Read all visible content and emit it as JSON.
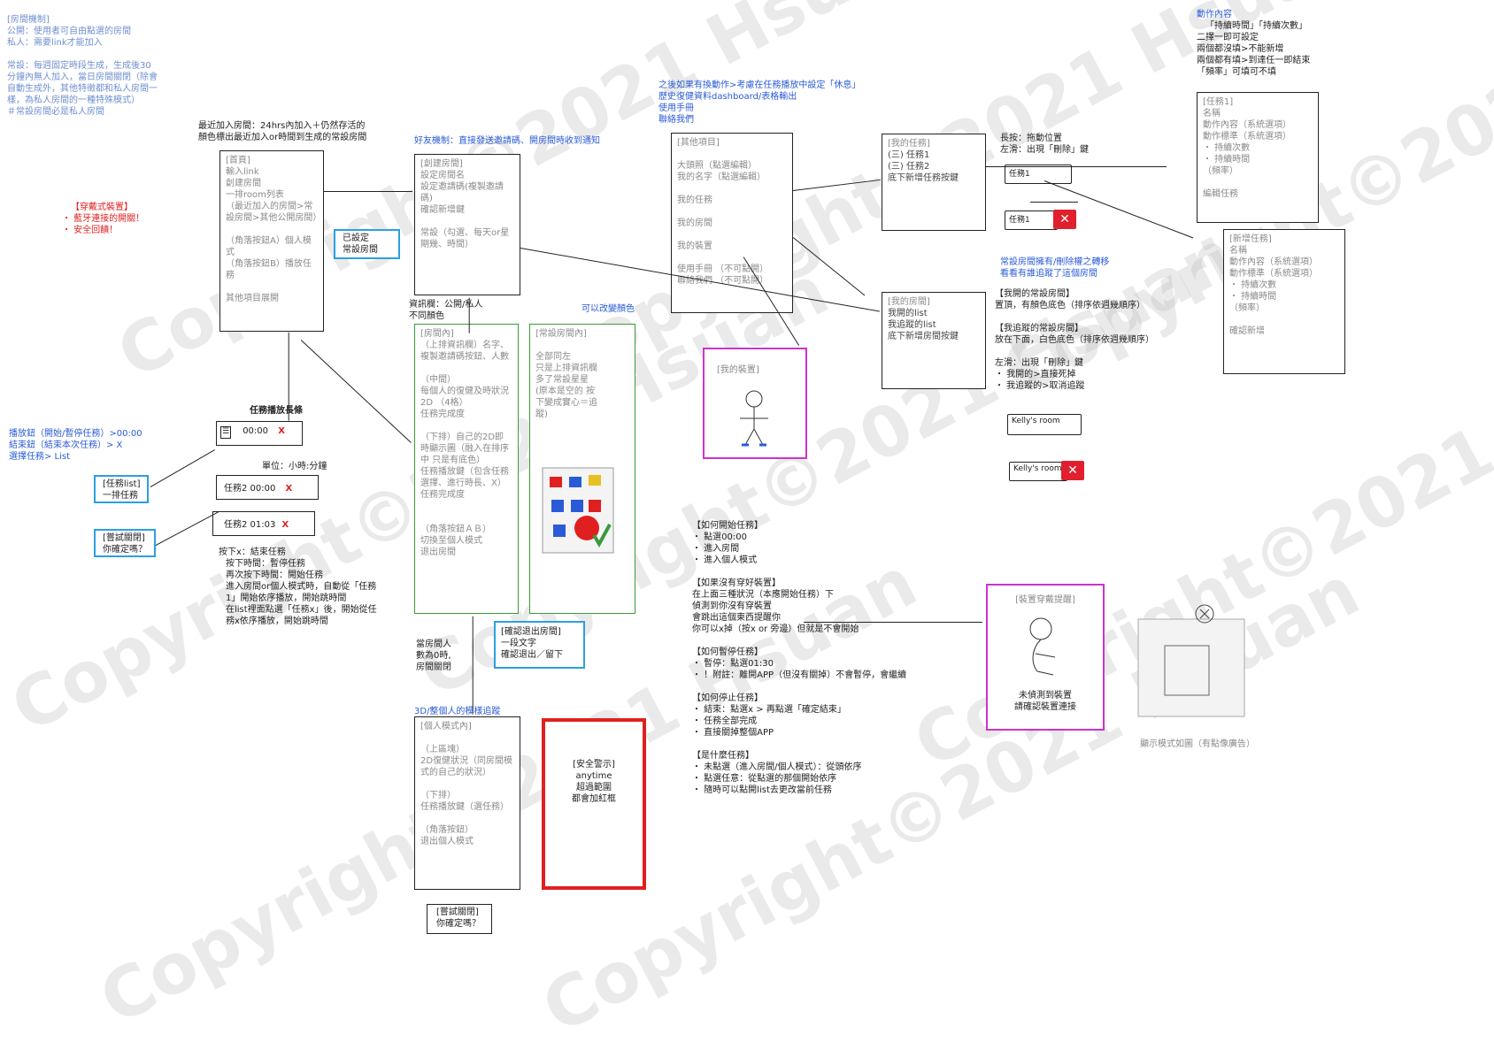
{
  "top_left_note": [
    "[房間機制]",
    "公開：使用者可自由點選的房間",
    "私人：需要link才能加入",
    "",
    "常設：每週固定時段生成，生成後30分鐘內無人加入，當日房間關閉（除會自動生成外，其他特徵都和私人房間一樣，為私人房間的一種特殊模式）",
    "＃常設房間必是私人房間"
  ],
  "recent_room_note": [
    "最近加入房間：24hrs內加入＋仍然存活的",
    "顏色標出最近加入or時間到生成的常設房間"
  ],
  "wearable_note": {
    "title": "【穿戴式裝置】",
    "items": [
      "・ 藍牙連接的開關！",
      "・ 安全回饋！"
    ]
  },
  "home_box": [
    "[首頁]",
    "輸入link",
    "創建房間",
    "一排room列表",
    "（最近加入的房間>常設房間>其他公開房間）",
    "",
    "（角落按鈕A）個人模式",
    "（角落按鈕B）播放任務",
    "",
    "其他項目展開"
  ],
  "set_label": [
    "已設定",
    "常設房間"
  ],
  "friend_note": "好友機制：直接發送邀請碼、開房間時收到通知",
  "create_box": [
    "[創建房間]",
    "設定房間名",
    "設定邀請碼(複製邀請碼)",
    "確認新增鍵",
    "",
    "常設（勾選、每天or星期幾、時間）"
  ],
  "chat_note": [
    "資訊欄：公開/私人",
    "不同顏色"
  ],
  "color_note": "可以改變顏色",
  "room_inside": [
    "[房間內]",
    "（上排資訊欄）名字、複製邀請碼按鈕、人數",
    "",
    "（中間）",
    "每個人的復健及時狀況 2D （4格）",
    "任務完成度",
    "",
    "（下排）自己的2D即時顯示圖（融入在排序中 只是有底色）",
    "任務播放鍵（包含任務選擇、進行時長、X）",
    "任務完成度",
    "",
    "",
    "（角落按鈕ＡＢ）",
    "切換至個人模式",
    "退出房間"
  ],
  "permanent_room": [
    "[常設房間內]",
    "",
    "全部同左",
    "只是上排資訊欄",
    "多了常設星星",
    "(原本是空的 按",
    "下變成實心＝追",
    "蹤)"
  ],
  "exit_confirm": [
    "[確認退出房間]",
    "一段文字",
    "確認退出／留下"
  ],
  "empty_note": [
    "當房間人",
    "數為0時,",
    "房間關閉"
  ],
  "personal_note": "3D/整個人的模樣追蹤",
  "personal_box": [
    "[個人模式內]",
    "",
    "（上區塊）",
    "2D復健狀況（同房間模式的自己的狀況）",
    "",
    "（下排）",
    "任務播放鍵（選任務）",
    "",
    "（角落按鈕）",
    "退出個人模式"
  ],
  "safety_box": [
    "[安全警示]",
    "anytime",
    "超過範圍",
    "都會加紅框"
  ],
  "try_close_bottom": [
    "[嘗試關閉]",
    "你確定嗎？"
  ],
  "task_bar_title": "任務播放長條",
  "play_note": [
    "播放鈕（開始/暫停任務）>00:00",
    "結束鈕（結束本次任務）> X",
    "選擇任務> List"
  ],
  "bar1": "00:00",
  "bar2": "任務2   00:00",
  "bar3": "任務2   01:03",
  "unit_note": "單位：小時:分鐘",
  "task_list_label": [
    "[任務list]",
    "一排任務"
  ],
  "try_close_left": [
    "[嘗試關閉]",
    "你確定嗎？"
  ],
  "bar_bullets": [
    "按下x：結束任務",
    "按下時間：暫停任務",
    "再次按下時間：開始任務",
    "進入房間or個人模式時，自動從「任務1」開始依序播放，開始跳時間",
    "在list裡面點選「任務x」後，開始從任務x依序播放，開始跳時間"
  ],
  "later_note": [
    "之後如果有換動作>考慮在任務播放中設定「休息」",
    "歷史復健資料dashboard/表格輸出",
    "使用手冊",
    "聯絡我們"
  ],
  "other_box": [
    "[其他項目]",
    "",
    "大頭照（點選編輯）",
    "我的名字（點選編輯）",
    "",
    "我的任務",
    "",
    "我的房間",
    "",
    "我的裝置",
    "",
    "使用手冊 （不可點開）",
    "聯絡我們 （不可點開）"
  ],
  "my_device": "[我的裝置]",
  "my_tasks_box": [
    "[我的任務]",
    "(三) 任務1",
    "(三) 任務2",
    "底下新增任務按鍵"
  ],
  "press_note": [
    "長按：拖動位置",
    "左滑：出現「刪除」鍵"
  ],
  "task_pill": "任務1",
  "my_rooms_box": [
    "[我的房間]",
    "我開的list",
    "我追蹤的list",
    "底下新增房間按鍵"
  ],
  "perm_transfer": [
    "常設房間擁有/刪除權之轉移",
    "看看有誰追蹤了這個房間"
  ],
  "my_perm_note": [
    "【我開的常設房間】",
    "置頂，有顏色底色（排序依週幾順序）",
    "",
    "【我追蹤的常設房間】",
    "放在下面，白色底色（排序依週幾順序）",
    "",
    "左滑：出現「刪除」鍵",
    "・ 我開的>直接死掉",
    "・ 我追蹤的>取消追蹤"
  ],
  "kelly_pill": "Kelly's room",
  "action_note": [
    "動作內容",
    "「持續時間」「持續次數」",
    "二擇一即可設定",
    "兩個都沒填>不能新增",
    "兩個都有填>到達任一即結束",
    "「頻率」可填可不填"
  ],
  "task1_box": [
    "[任務1]",
    "名稱",
    "動作內容（系統選項）",
    "動作標準（系統選項）",
    "・ 持續次數",
    "・ 持續時間",
    "（頻率）",
    "",
    "編輯任務"
  ],
  "new_task_box": [
    "[新增任務]",
    "名稱",
    "動作內容（系統選項）",
    "動作標準（系統選項）",
    "・ 持續次數",
    "・ 持續時間",
    "（頻率）",
    "",
    "確認新增"
  ],
  "how_to": [
    "【如何開始任務】",
    "・ 點選00:00",
    "・ 進入房間",
    "・ 進入個人模式",
    "",
    "【如果沒有穿好裝置】",
    "在上面三種狀況（本應開始任務）下",
    "偵測到你沒有穿裝置",
    "會跳出這個東西提醒你",
    "你可以x掉（按x or 旁邊）但就是不會開始",
    "",
    "【如何暫停任務】",
    "・ 暫停：點選01:30",
    "・ ！附註：離開APP（但沒有關掉）不會暫停，會繼續",
    "",
    "【如何停止任務】",
    "・ 結束：點選x > 再點選「確定結束」",
    "・ 任務全部完成",
    "・ 直接關掉整個APP",
    "",
    "【是什麼任務】",
    "・ 未點選（進入房間/個人模式）：從頭依序",
    "・ 點選任意：從點選的那個開始依序",
    "・ 隨時可以點開list去更改當前任務"
  ],
  "wear_remind": [
    "[裝置穿戴提醒]",
    "未偵測到裝置",
    "請確認裝置連接"
  ],
  "display_note": "顯示模式如圖（有點像廣告）",
  "watermark": "Copyright©2021 Hsuan",
  "colors": {
    "blue": "#2a5bd7",
    "red": "#e02020",
    "magenta": "#cc33cc",
    "green": "#3a9a3a",
    "cyan": "#2aa0e0"
  }
}
